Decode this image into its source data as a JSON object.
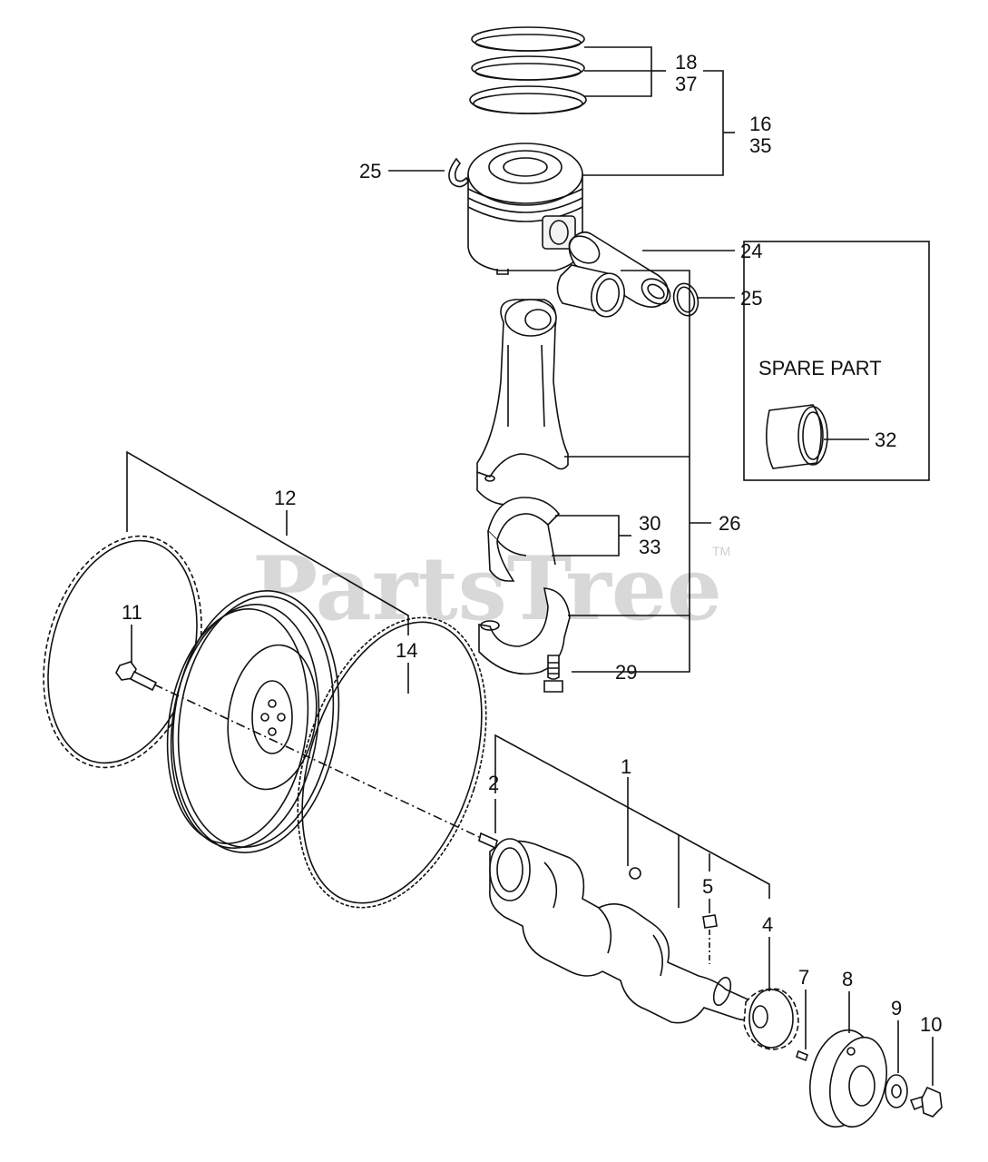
{
  "watermark": {
    "text": "PartsTree",
    "mark": "TM"
  },
  "spare_box": {
    "title": "SPARE PART",
    "number": "32"
  },
  "callouts": {
    "c18": "18",
    "c37": "37",
    "c16": "16",
    "c35": "35",
    "c25a": "25",
    "c24": "24",
    "c25b": "25",
    "c26": "26",
    "c30": "30",
    "c33": "33",
    "c29": "29",
    "c12": "12",
    "c11": "11",
    "c14": "14",
    "c2": "2",
    "c1": "1",
    "c5": "5",
    "c4": "4",
    "c7": "7",
    "c8": "8",
    "c9": "9",
    "c10": "10"
  }
}
